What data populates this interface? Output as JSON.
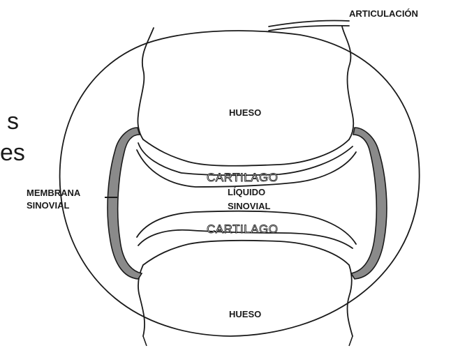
{
  "labels": {
    "articulacion": "ARTICULACIÓN",
    "hueso_top": "HUESO",
    "hueso_bottom": "HUESO",
    "cartilago_top": "CARTILAGO",
    "cartilago_bottom": "CARTILAGO",
    "liquido_line1": "LÍQUIDO",
    "liquido_line2": "SINOVIAL",
    "membrana_line1": "MEMBRANA",
    "membrana_line2": "SINOVIAL"
  },
  "fragments": {
    "line1": "s",
    "line2": "es"
  },
  "colors": {
    "outline": "#1a1a1a",
    "membrane_fill": "#8a8a8a",
    "background": "#ffffff"
  }
}
